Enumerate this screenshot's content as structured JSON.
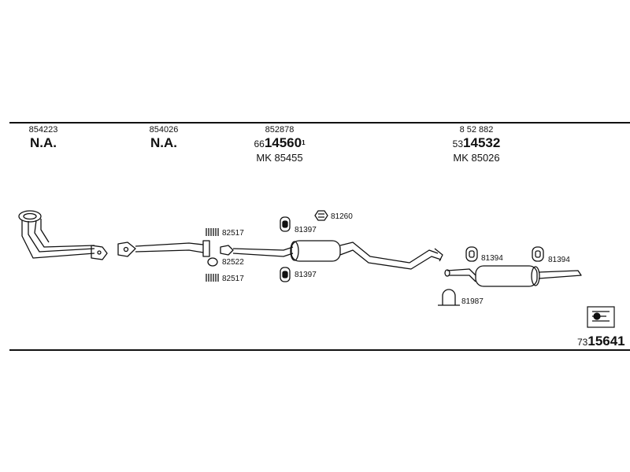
{
  "header": {
    "col1": {
      "oem": "854223",
      "main": "N.A."
    },
    "col2": {
      "oem": "854026",
      "main": "N.A."
    },
    "col3": {
      "oem": "852878",
      "prefix": "66",
      "main": "14560",
      "sup": "1",
      "mk": "MK  85455"
    },
    "col4": {
      "oem": "8 52 882",
      "prefix": "53",
      "main": "14532",
      "mk": "MK  85026"
    }
  },
  "parts": {
    "clamp_upper": "82517",
    "gasket": "82522",
    "clamp_lower": "82517",
    "hanger_upper": "81397",
    "hanger_lower": "81397",
    "bracket": "81260",
    "rear_hanger_left": "81394",
    "rear_hanger_right": "81394",
    "rear_clamp": "81987"
  },
  "reference": {
    "prefix": "73",
    "main": "15641"
  },
  "icons": [
    "book-icon"
  ]
}
